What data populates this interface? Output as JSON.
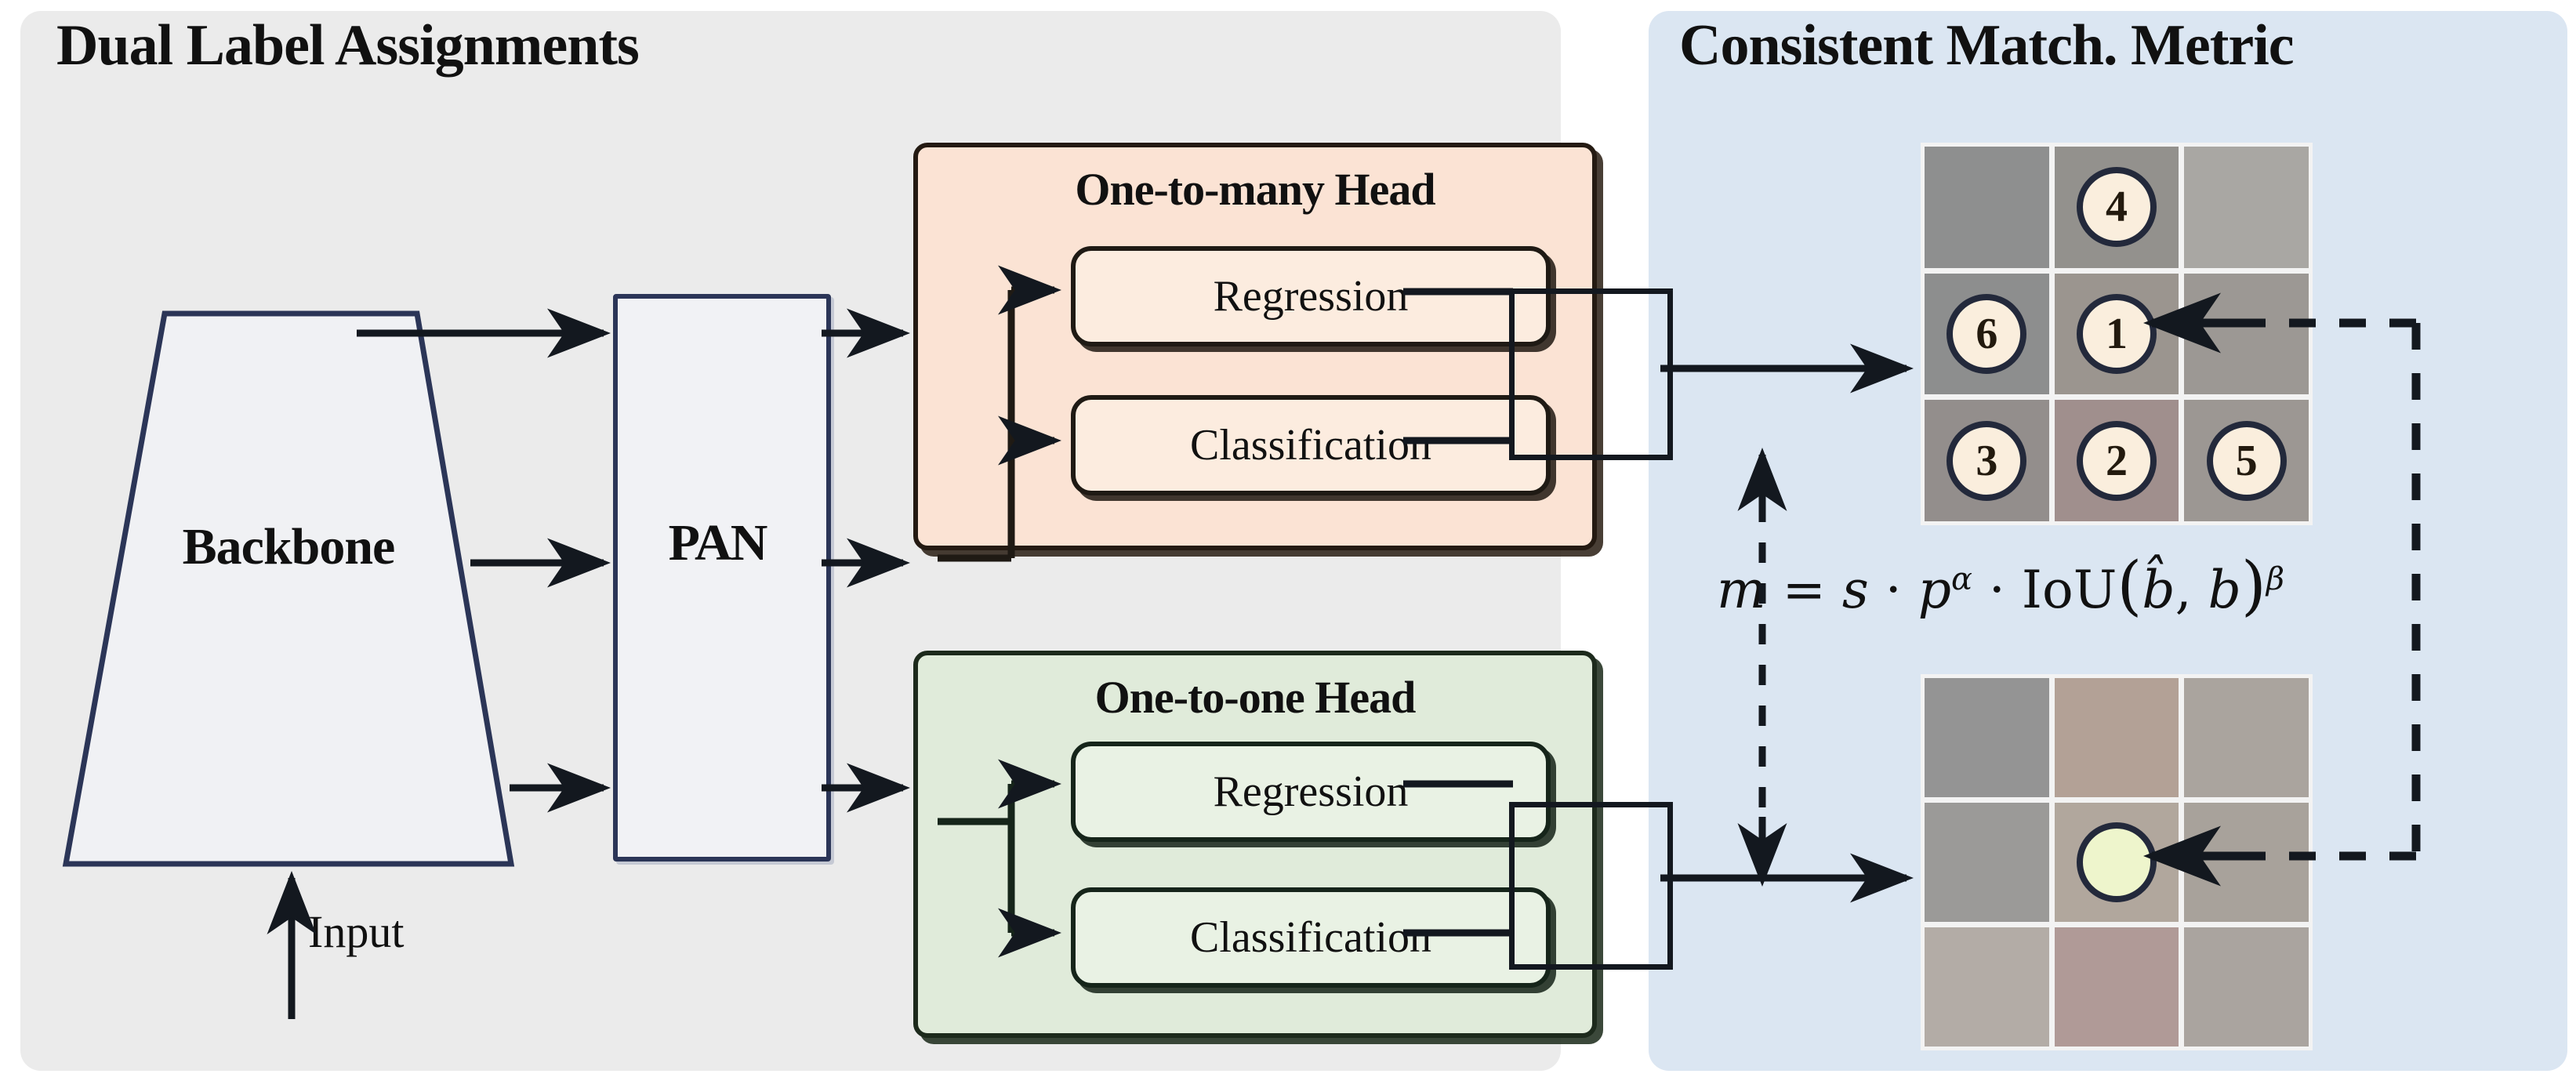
{
  "panels": {
    "left": {
      "title": "Dual Label Assignments",
      "bg": "#ebebeb"
    },
    "right": {
      "title": "Consistent Match. Metric",
      "bg": "#dbe6f2"
    }
  },
  "pipeline": {
    "backbone_label": "Backbone",
    "pan_label": "PAN",
    "input_label": "Input"
  },
  "heads": [
    {
      "id": "one-to-many",
      "title": "One-to-many Head",
      "fill": "#fbe3d4",
      "branches": [
        {
          "label": "Regression"
        },
        {
          "label": "Classification"
        }
      ]
    },
    {
      "id": "one-to-one",
      "title": "One-to-one Head",
      "fill": "#e0ebda",
      "branches": [
        {
          "label": "Regression"
        },
        {
          "label": "Classification"
        }
      ]
    }
  ],
  "metric": {
    "formula_plain": "m = s · p^α · IoU(b̂, b)^β",
    "parts": {
      "m": "m",
      "eq": " = ",
      "s": "s",
      "dot1": " · ",
      "p": "p",
      "alpha": "α",
      "dot2": " · ",
      "iou": "IoU",
      "open": "(",
      "bhat": "b̂",
      "comma": ", ",
      "b": "b",
      "close": ")",
      "beta": "β"
    }
  },
  "grids": {
    "one_to_many": {
      "caption_role": "one-to-many assignment grid",
      "cells": [
        {
          "row": 0,
          "col": 0,
          "badge": null
        },
        {
          "row": 0,
          "col": 1,
          "badge": "4"
        },
        {
          "row": 0,
          "col": 2,
          "badge": null
        },
        {
          "row": 1,
          "col": 0,
          "badge": "6"
        },
        {
          "row": 1,
          "col": 1,
          "badge": "1"
        },
        {
          "row": 1,
          "col": 2,
          "badge": null
        },
        {
          "row": 2,
          "col": 0,
          "badge": "3"
        },
        {
          "row": 2,
          "col": 1,
          "badge": "2"
        },
        {
          "row": 2,
          "col": 2,
          "badge": "5"
        }
      ]
    },
    "one_to_one": {
      "caption_role": "one-to-one assignment grid",
      "cells": [
        {
          "row": 0,
          "col": 0,
          "badge": null
        },
        {
          "row": 0,
          "col": 1,
          "badge": null
        },
        {
          "row": 0,
          "col": 2,
          "badge": null
        },
        {
          "row": 1,
          "col": 0,
          "badge": null
        },
        {
          "row": 1,
          "col": 1,
          "badge": "",
          "empty_marker": true
        },
        {
          "row": 1,
          "col": 2,
          "badge": null
        },
        {
          "row": 2,
          "col": 0,
          "badge": null
        },
        {
          "row": 2,
          "col": 1,
          "badge": null
        },
        {
          "row": 2,
          "col": 2,
          "badge": null
        }
      ]
    }
  },
  "colors": {
    "left_panel_bg": "#ebebeb",
    "right_panel_bg": "#dbe6f2",
    "one_to_many_fill": "#fbe3d4",
    "one_to_one_fill": "#e0ebda",
    "badge_fill": "#faeedd",
    "badge_empty_fill": "#eef5cc",
    "stroke": "#13181f",
    "backbone_stroke": "#2b3557"
  }
}
